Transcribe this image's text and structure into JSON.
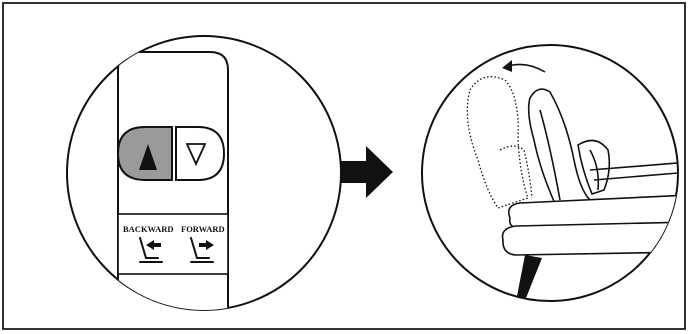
{
  "panel": {
    "backward_label": "BACKWARD",
    "forward_label": "FORWARD"
  },
  "colors": {
    "line": "#111111",
    "button_pressed": "#9a9a9a",
    "background": "#ffffff",
    "arrow": "#111111"
  },
  "icons": {
    "left_circle": "recline-switch-closeup",
    "center": "right-arrow-icon",
    "right_circle": "seat-recline-illustration"
  }
}
